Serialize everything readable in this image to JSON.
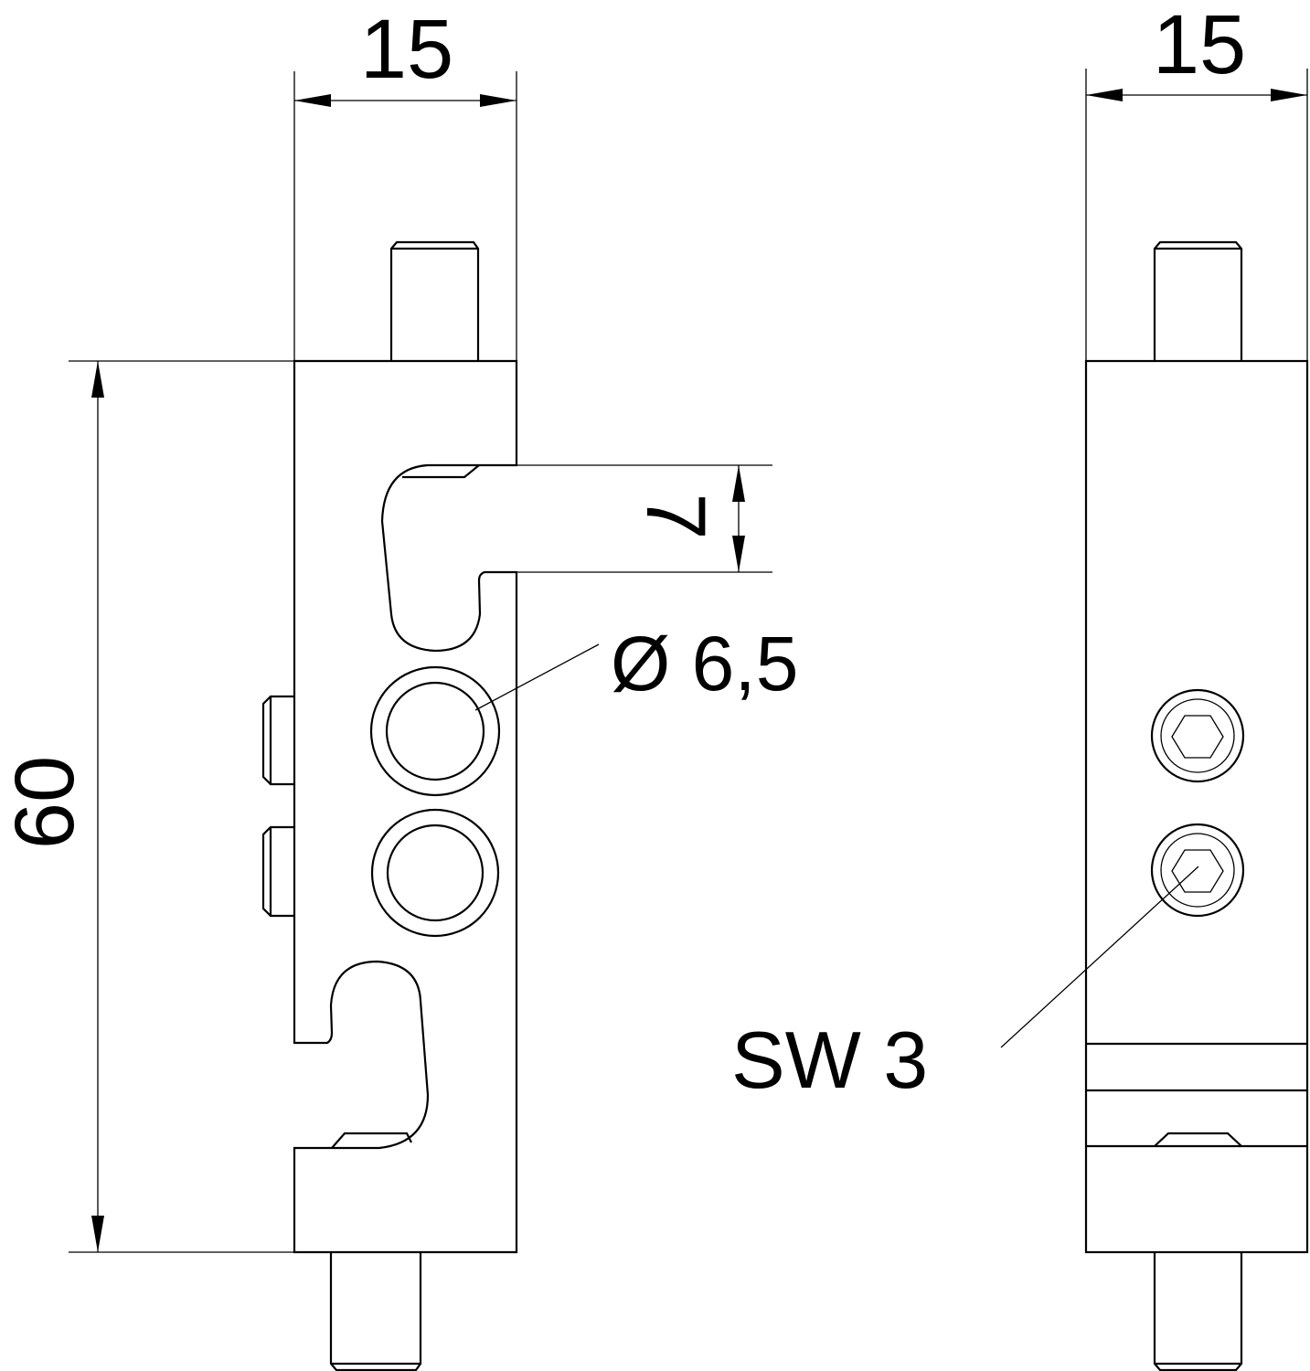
{
  "dimensions": {
    "left_width": "15",
    "right_width": "15",
    "height": "60",
    "slot": "7",
    "hole_diameter": "Ø 6,5",
    "wrench_size": "SW 3"
  },
  "colors": {
    "line": "#000000",
    "background": "#ffffff"
  }
}
